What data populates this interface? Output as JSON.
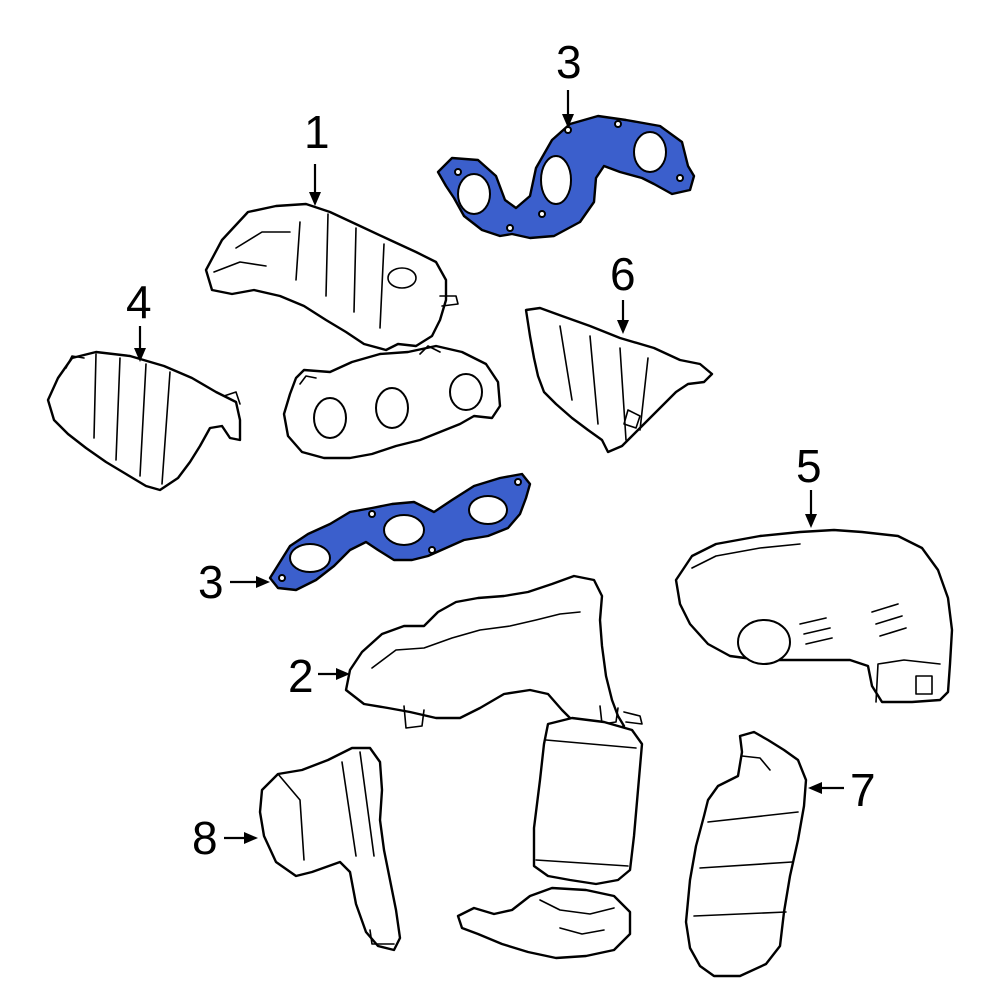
{
  "diagram": {
    "highlight_color": "#3b5fcc",
    "callouts": [
      {
        "id": "1",
        "text": "1"
      },
      {
        "id": "2",
        "text": "2"
      },
      {
        "id": "3a",
        "text": "3"
      },
      {
        "id": "3b",
        "text": "3"
      },
      {
        "id": "4",
        "text": "4"
      },
      {
        "id": "5",
        "text": "5"
      },
      {
        "id": "6",
        "text": "6"
      },
      {
        "id": "7",
        "text": "7"
      },
      {
        "id": "8",
        "text": "8"
      }
    ]
  }
}
